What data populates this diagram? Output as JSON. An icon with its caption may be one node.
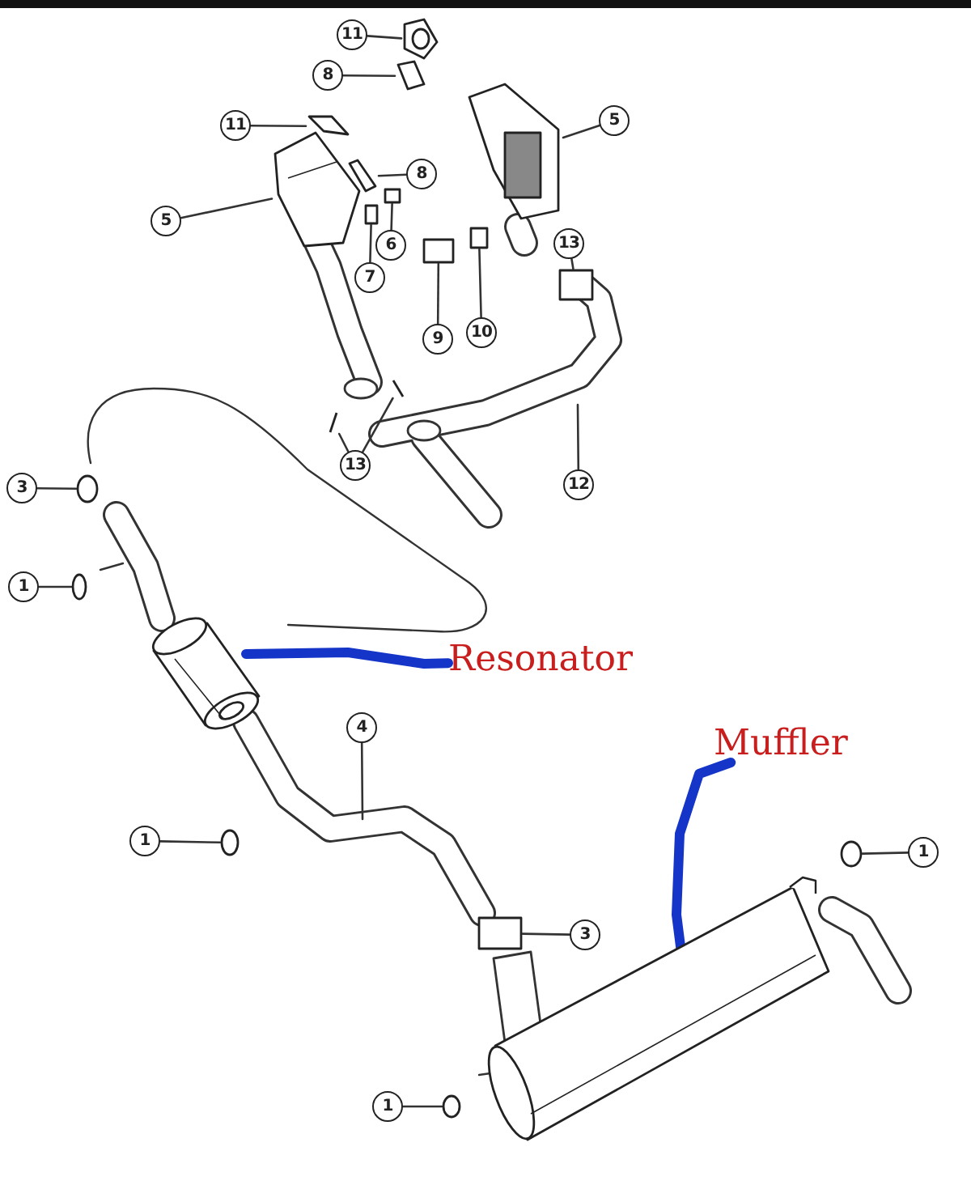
{
  "diagram": {
    "nodes": [
      {
        "text": [
          "11"
        ]
      },
      {
        "text": [
          "8"
        ]
      },
      {
        "text": [
          "5"
        ]
      },
      {
        "text": [
          "11"
        ]
      },
      {
        "text": [
          "8"
        ]
      },
      {
        "text": [
          "5"
        ]
      },
      {
        "text": [
          "6"
        ]
      },
      {
        "text": [
          "7"
        ]
      },
      {
        "text": [
          "13"
        ]
      },
      {
        "text": [
          "9"
        ]
      },
      {
        "text": [
          "10"
        ]
      },
      {
        "text": [
          "13"
        ]
      },
      {
        "text": [
          "12"
        ]
      },
      {
        "text": [
          "3"
        ]
      },
      {
        "text": [
          "1"
        ]
      },
      {
        "text": [
          "Resonator"
        ]
      },
      {
        "text": [
          "4"
        ]
      },
      {
        "text": [
          "Muffler"
        ]
      },
      {
        "text": [
          "1"
        ]
      },
      {
        "text": [
          "1"
        ]
      },
      {
        "text": [
          "3"
        ]
      },
      {
        "text": [
          "1"
        ]
      },
      {
        "text": [],
        "shape": "picture"
      },
      {
        "text": [],
        "shape": "picture"
      },
      {
        "text": [],
        "shape": "picture"
      },
      {
        "text": [],
        "shape": "picture"
      },
      {
        "text": [],
        "shape": "picture"
      },
      {
        "text": [],
        "shape": "picture"
      },
      {
        "text": [],
        "shape": "picture"
      },
      {
        "text": [],
        "shape": "picture"
      },
      {
        "text": [],
        "shape": "box"
      },
      {
        "text": [],
        "shape": "box"
      },
      {
        "text": [],
        "shape": "box"
      },
      {
        "text": [],
        "shape": "box"
      },
      {
        "text": [],
        "shape": "box"
      },
      {
        "text": [],
        "shape": "picture"
      },
      {
        "text": [],
        "shape": "picture"
      },
      {
        "text": [],
        "shape": "circle"
      },
      {
        "text": [],
        "shape": "circle"
      },
      {
        "text": [],
        "shape": "circle"
      },
      {
        "text": [],
        "shape": "circle"
      },
      {
        "text": [],
        "shape": "box"
      },
      {
        "text": [],
        "shape": "circle"
      }
    ],
    "edges": [
      {
        "from": 0,
        "to": 24,
        "arrow": "none"
      },
      {
        "from": 1,
        "to": 25,
        "arrow": "none"
      },
      {
        "from": 2,
        "to": 26,
        "arrow": "none"
      },
      {
        "from": 3,
        "to": 27,
        "arrow": "none"
      },
      {
        "from": 4,
        "to": 28,
        "arrow": "none"
      },
      {
        "from": 5,
        "to": 29,
        "arrow": "none"
      },
      {
        "from": 6,
        "to": 30,
        "arrow": "none"
      },
      {
        "from": 7,
        "to": 31,
        "arrow": "none"
      },
      {
        "from": 8,
        "to": 34,
        "arrow": "none"
      },
      {
        "from": 9,
        "to": 33,
        "arrow": "none"
      },
      {
        "from": 10,
        "to": 32,
        "arrow": "none"
      },
      {
        "from": 11,
        "to": 36,
        "arrow": "none"
      },
      {
        "from": 11,
        "to": 35,
        "arrow": "none"
      },
      {
        "from": 12,
        "to": null,
        "arrow": "none"
      },
      {
        "from": 13,
        "to": 37,
        "arrow": "none"
      },
      {
        "from": 14,
        "to": 38,
        "arrow": "none"
      },
      {
        "from": 15,
        "to": 22,
        "arrow": "none",
        "style": "thick",
        "color": "#1535c8"
      },
      {
        "from": 16,
        "to": null,
        "arrow": "none"
      },
      {
        "from": 17,
        "to": 23,
        "arrow": "none",
        "style": "thick",
        "color": "#1535c8"
      },
      {
        "from": 18,
        "to": 39,
        "arrow": "none"
      },
      {
        "from": 19,
        "to": 40,
        "arrow": "none"
      },
      {
        "from": 20,
        "to": 41,
        "arrow": "none"
      },
      {
        "from": 21,
        "to": 42,
        "arrow": "none"
      }
    ]
  }
}
